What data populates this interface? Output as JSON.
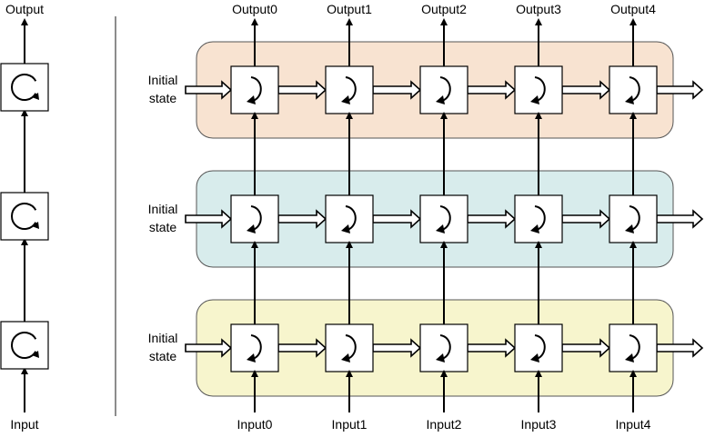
{
  "left": {
    "output_label": "Output",
    "input_label": "Input"
  },
  "unrolled": {
    "outputs": [
      "Output0",
      "Output1",
      "Output2",
      "Output3",
      "Output4"
    ],
    "inputs": [
      "Input0",
      "Input1",
      "Input2",
      "Input3",
      "Input4"
    ],
    "initial_state_line1": "Initial",
    "initial_state_line2": "state",
    "layers": [
      {
        "fill": "#f8e3d1",
        "stroke": "#555555"
      },
      {
        "fill": "#d8ecec",
        "stroke": "#555555"
      },
      {
        "fill": "#f7f5cd",
        "stroke": "#555555"
      }
    ]
  },
  "colors": {
    "line": "#000000",
    "divider": "#666666",
    "cell_fill": "#ffffff"
  }
}
